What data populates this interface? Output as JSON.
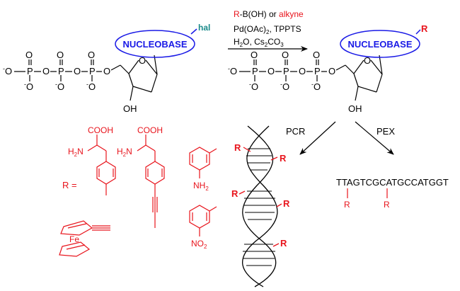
{
  "reaction": {
    "reagent_r": "R",
    "reagent_boronic": "-B(OH) or ",
    "reagent_alkyne": "alkyne",
    "catalyst_a": "Pd(OAc)",
    "catalyst_sub": "2",
    "catalyst_b": ", TPPTS",
    "solvent_a": "H",
    "solvent_sub1": "2",
    "solvent_b": "O, Cs",
    "solvent_sub2": "2",
    "solvent_c": "CO",
    "solvent_sub3": "3"
  },
  "start_material": {
    "nucleobase": "NUCLEOBASE",
    "substituent": "hal",
    "oh": "OH"
  },
  "product": {
    "nucleobase": "NUCLEOBASE",
    "substituent": "R",
    "oh": "OH"
  },
  "triphosphate": {
    "o_minus": "-O",
    "p": "P",
    "o": "O",
    "minus": "-"
  },
  "routes": {
    "pcr": "PCR",
    "pex": "PEX"
  },
  "sequence": {
    "text": "TTAGTCGCATGCCATGGT",
    "r1": "R",
    "r2": "R"
  },
  "r_definitions": {
    "r_equals": "R =",
    "cooh1": "COOH",
    "h2n1": "H",
    "h2n1_sub": "2",
    "h2n1_n": "N",
    "cooh2": "COOH",
    "h2n2": "H",
    "h2n2_sub": "2",
    "h2n2_n": "N",
    "nh2_n": "NH",
    "nh2_sub": "2",
    "no2_n": "NO",
    "no2_sub": "2",
    "fe": "Fe"
  },
  "helix_labels": [
    "R",
    "R",
    "R",
    "R",
    "R"
  ]
}
